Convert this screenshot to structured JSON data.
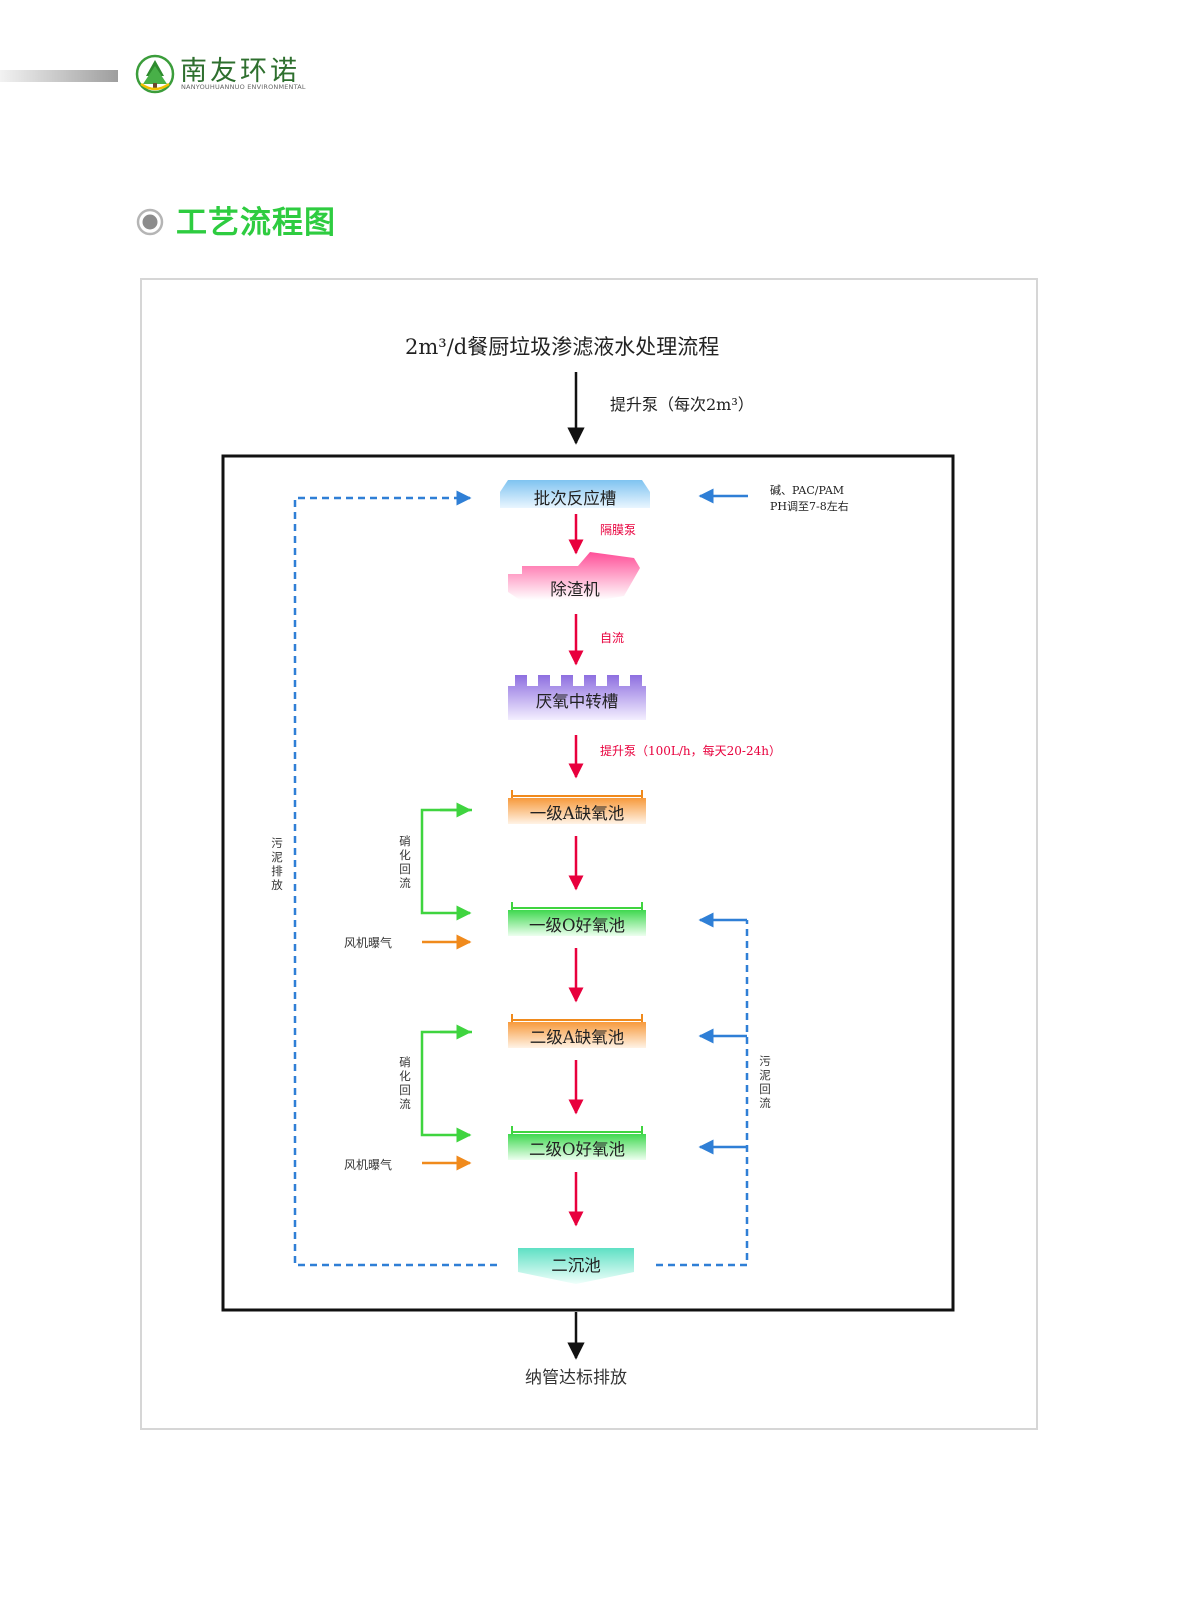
{
  "brand": {
    "name": "南友环诺",
    "subtitle": "NANYOUHUANNUO ENVIRONMENTAL",
    "icon": "tree-logo-icon",
    "color": "#2e6f2e"
  },
  "section": {
    "title": "工艺流程图",
    "title_color": "#2ecc40",
    "bullet_icon": "radio-bullet-icon"
  },
  "process": {
    "title": "2m³/d餐厨垃圾渗滤液水处理流程",
    "inlet_pump": "提升泵（每次2m³）",
    "units": [
      {
        "name": "批次反应槽",
        "color": "#9fd0f0"
      },
      {
        "name": "除渣机",
        "color": "#ff6fa8"
      },
      {
        "name": "厌氧中转槽",
        "color": "#a98be0"
      },
      {
        "name": "一级A缺氧池",
        "color": "#f7a85a"
      },
      {
        "name": "一级O好氧池",
        "color": "#5ee26a"
      },
      {
        "name": "二级A缺氧池",
        "color": "#f7a85a"
      },
      {
        "name": "二级O好氧池",
        "color": "#5ee26a"
      },
      {
        "name": "二沉池",
        "color": "#6ee0c8"
      }
    ],
    "links": [
      "隔膜泵",
      "自流",
      "提升泵（100L/h，每天20-24h）"
    ],
    "chemical_dosing": [
      "碱、PAC/PAM",
      "PH调至7-8左右"
    ],
    "nitrification_reflux": "硝化回流",
    "aeration": "风机曝气",
    "sludge_discharge": "污泥排放",
    "sludge_reflux": "污泥回流",
    "final_discharge": "纳管达标排放",
    "colors": {
      "main_flow": "#e8003d",
      "reflux_green": "#3fd43f",
      "aeration_orange": "#f08a1c",
      "sludge_blue": "#2f7fd6",
      "frame": "#111111"
    }
  }
}
